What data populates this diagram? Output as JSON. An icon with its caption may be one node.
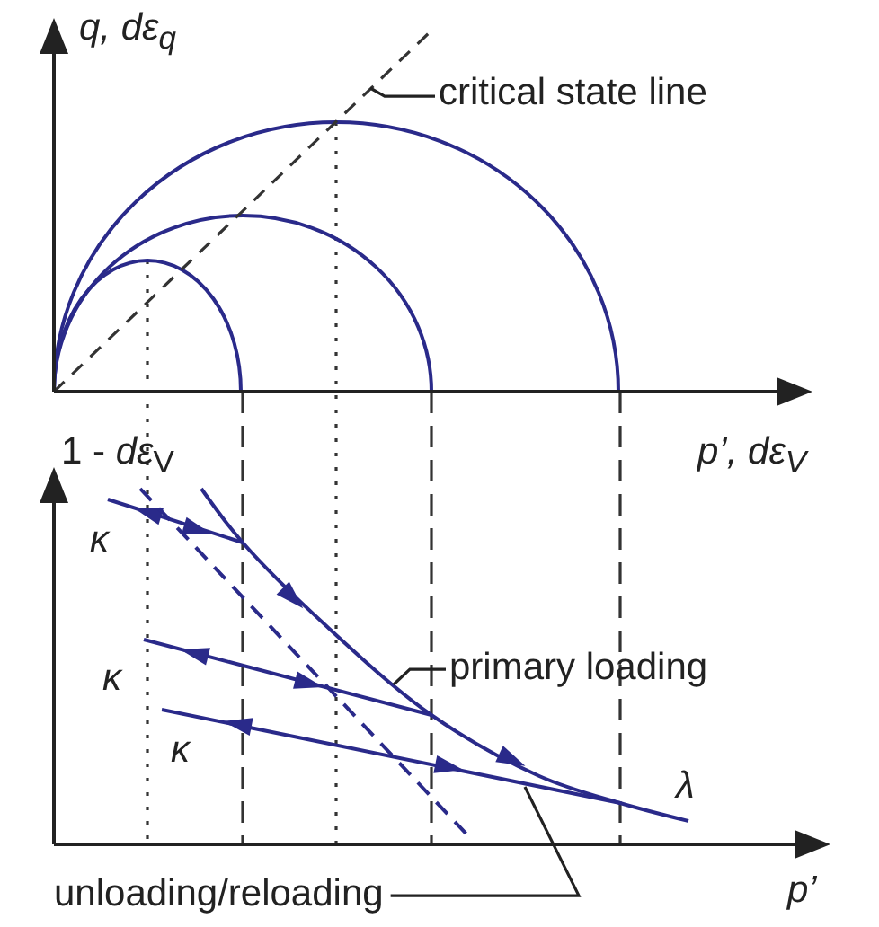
{
  "diagram": {
    "nodes": [
      {
        "text": [
          "critical state line"
        ]
      },
      {
        "text": [
          "primary loading"
        ]
      },
      {
        "text": [
          "unloading/reloading"
        ]
      }
    ],
    "edges": [
      {
        "from": 0,
        "to": null,
        "arrow": "none"
      },
      {
        "from": 1,
        "to": null,
        "arrow": "none"
      },
      {
        "from": 2,
        "to": null,
        "arrow": "none"
      }
    ],
    "labels": [
      "q, dε$_{q}$",
      "p’, dε$_{V}$",
      "1 - *dε*$_{V}$",
      "κ",
      "κ",
      "κ",
      "λ",
      "p’"
    ]
  }
}
